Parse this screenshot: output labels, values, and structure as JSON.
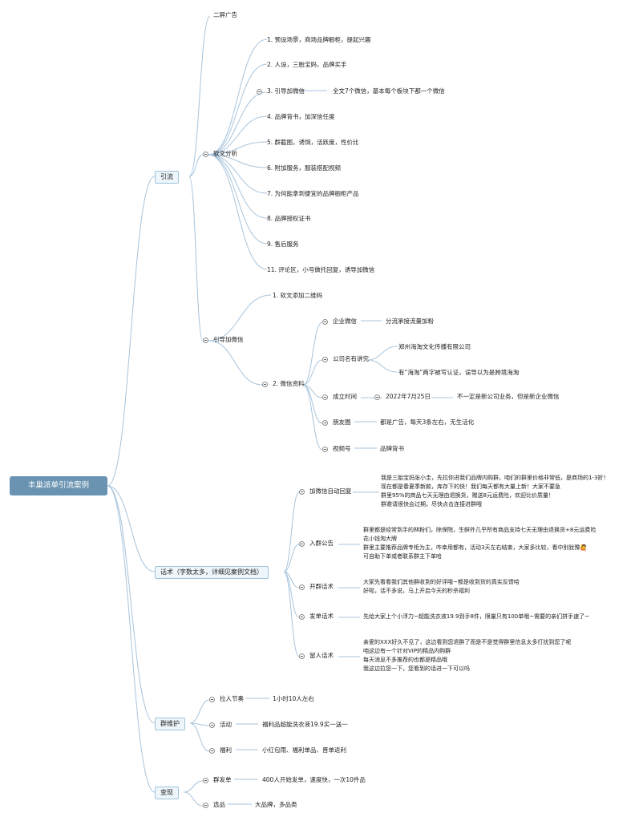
{
  "root": "丰巢派单引流案例",
  "branches": {
    "yinliu": {
      "label": "引流",
      "erping": "二屏广告",
      "ruanwen": {
        "label": "软文分析",
        "items": [
          "1. 预设场景，商场品牌橱柜，提起兴趣",
          "2. 人设，三胎宝妈，品牌买手",
          "3. 引导加微信",
          "4. 品牌背书，加深信任度",
          "5. 群截图，诱饵，活跃度，性价比",
          "6. 附加服务，服装搭配视频",
          "7. 为何能拿到便宜的品牌橱柜产品",
          "8. 品牌授权证书",
          "9. 售后服务",
          "11. 评论区，小号做托回复，诱导加微信"
        ],
        "item3_note": "全文7个微信，基本每个板块下都一个微信"
      },
      "yindao": {
        "label": "引导加微信",
        "item1": "1. 软文添加二维码",
        "item2": "2. 微信资料",
        "qiye": {
          "label": "企业微信",
          "note": "分流承接流量加粉"
        },
        "gongsi": {
          "label": "公司名有讲究",
          "notes": [
            "郑州海淘文化传播有限公司",
            "有“海淘”两字被写认证，误导以为是跨境海淘"
          ]
        },
        "chengli": {
          "label": "成立时间",
          "date": "2022年7月25日",
          "note": "不一定是新公司业务，但是新企业微信"
        },
        "pengyouquan": {
          "label": "朋友圈",
          "note": "都是广告，每天3条左右，无生活化"
        },
        "shipinhao": {
          "label": "视频号",
          "note": "品牌背书"
        }
      }
    },
    "huashu": {
      "label": "话术（字数太多，详细见案例文档）",
      "items": [
        {
          "label": "加微信自动回复",
          "lines": [
            "我是三胎宝妈张小圭，先拉你进我们品牌内购群，咱们的群里价格非常低，是商场的1-3折！",
            "现在都是春夏季新款，库存下的快！我们每天都有大量上新！大家不要急",
            "群里95%的商品七天无理由退换货，赠送8元运费险，欢迎比价质量！",
            "群邀请很快会过期，尽快点击连接进群哦"
          ]
        },
        {
          "label": "入群公告",
          "lines": [
            "群里都是经常到手的林粉们，除保院，生鲜外几乎所有商品支持七天无理由退换货+8元运费险",
            "花小钱淘大牌",
            "群里主要推荐品牌专柜为主，咋幸用都有，活动3天左右结束，大家多比较，看中别犹豫🙋",
            "可自助下单或者联系群主下单哈"
          ]
        },
        {
          "label": "开群话术",
          "lines": [
            "大家先看看我们其他群收到的好评哦~都是收到货的真实反馈哈",
            "好啦，话不多说，马上开启今天的秒杀福利"
          ]
        },
        {
          "label": "发单话术",
          "lines": [
            "先给大家上个小浮力~超能洗衣液19.9到手8件，限量只有100单哦~需要的亲们拼手速了~"
          ]
        },
        {
          "label": "留人话术",
          "lines": [
            "亲爱的XXX好久不见了，这边看到您退群了而是不是觉得群里信息太多打扰到您了呢",
            "咱这边有一个针对VIP的精品内购群",
            "每天消息不多推荐的也都是精品哦",
            "我这边拉您一下，您看到的话进一下可以吗"
          ]
        }
      ]
    },
    "qunweihu": {
      "label": "群维护",
      "items": [
        {
          "label": "拉人节奏",
          "note": "1小时10人左右"
        },
        {
          "label": "活动",
          "note": "福利品超能洗衣液19.9买一送一"
        },
        {
          "label": "福利",
          "note": "小红包雨、福利单品、晋单返利"
        }
      ]
    },
    "bianxian": {
      "label": "变现",
      "items": [
        {
          "label": "群发单",
          "note": "400人开始发单，速度快，一次10件品"
        },
        {
          "label": "选品",
          "note": "大品牌，多品类"
        }
      ]
    }
  },
  "colors": {
    "root_bg": "#6a93b2",
    "box_border": "#9ec3dc",
    "box_bg": "#eef6fb",
    "line": "#a7c4dc"
  }
}
